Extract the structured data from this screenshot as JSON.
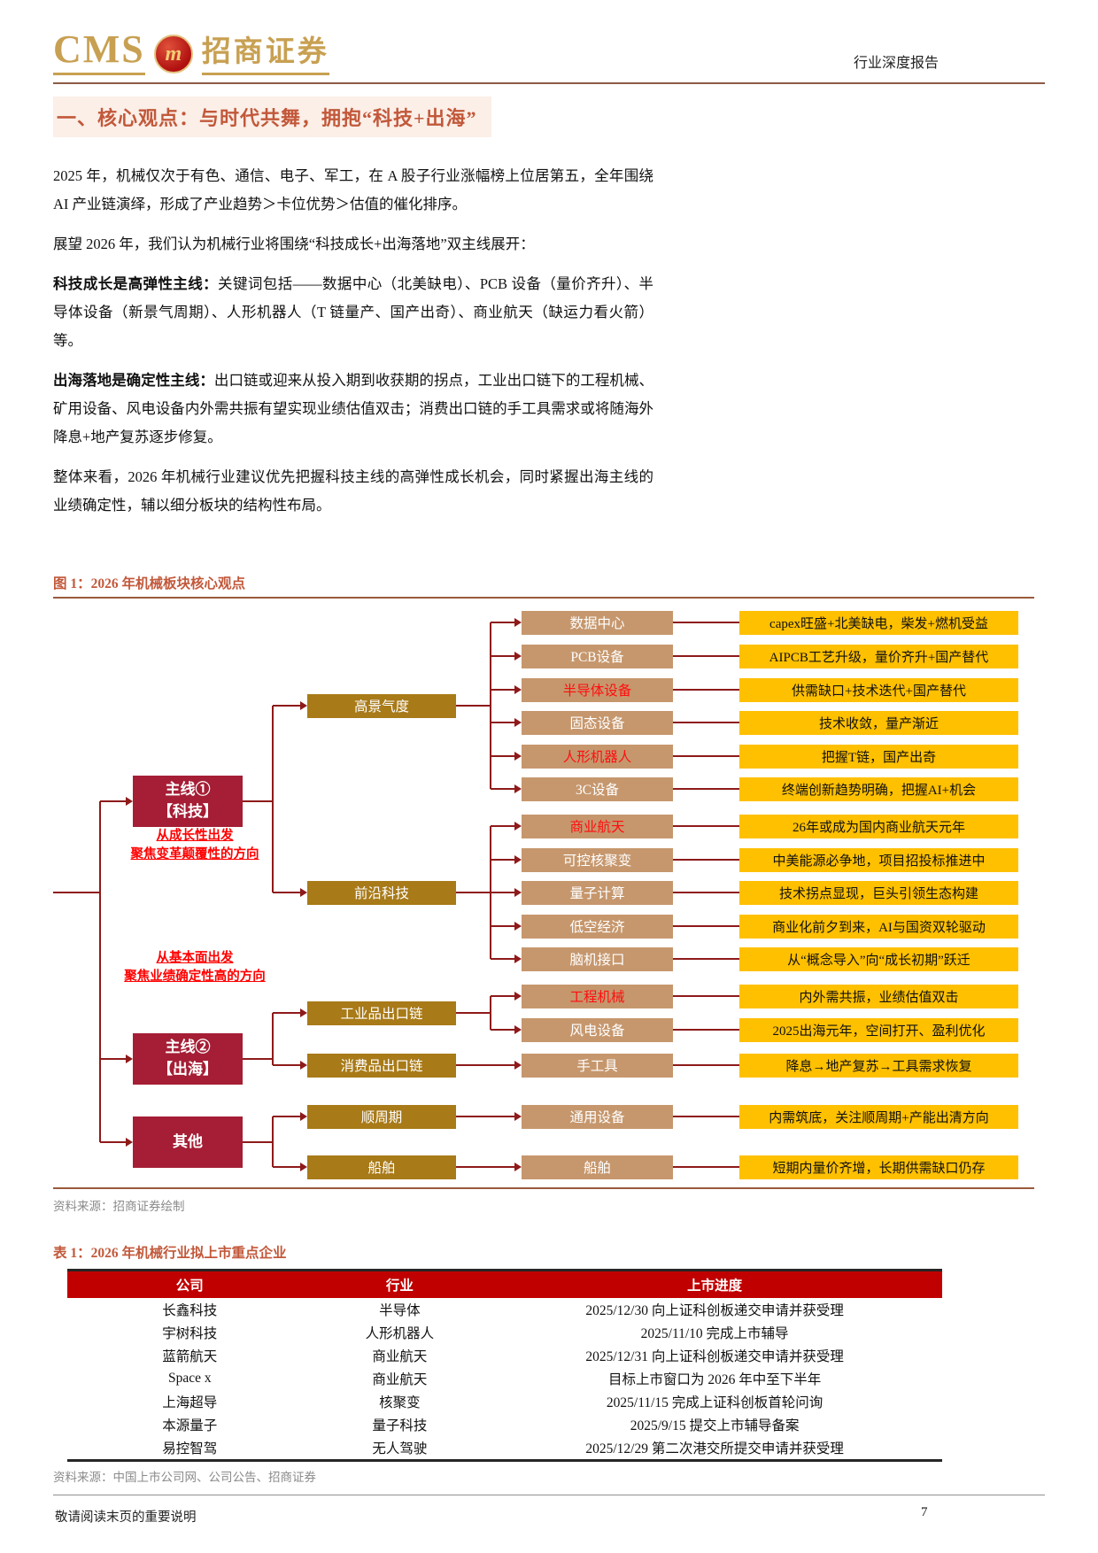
{
  "header": {
    "brand_cms": "CMS",
    "logo_letter": "m",
    "brand_name": "招商证券",
    "report_type": "行业深度报告"
  },
  "section_title": "一、核心观点：与时代共舞，拥抱“科技+出海”",
  "paragraphs": [
    {
      "segments": [
        {
          "bold": false,
          "text": "2025 年，机械仅次于有色、通信、电子、军工，在 A 股子行业涨幅榜上位居第五，全年围绕 AI 产业链演绎，形成了产业趋势＞卡位优势＞估值的催化排序。"
        }
      ]
    },
    {
      "segments": [
        {
          "bold": false,
          "text": "展望 2026 年，我们认为机械行业将围绕“科技成长+出海落地”双主线展开："
        }
      ]
    },
    {
      "segments": [
        {
          "bold": true,
          "text": "科技成长是高弹性主线："
        },
        {
          "bold": false,
          "text": "关键词包括——数据中心（北美缺电）、PCB 设备（量价齐升）、半导体设备（新景气周期）、人形机器人（T 链量产、国产出奇）、商业航天（缺运力看火箭）等。"
        }
      ]
    },
    {
      "segments": [
        {
          "bold": true,
          "text": "出海落地是确定性主线："
        },
        {
          "bold": false,
          "text": "出口链或迎来从投入期到收获期的拐点，工业出口链下的工程机械、矿用设备、风电设备内外需共振有望实现业绩估值双击；消费出口链的手工具需求或将随海外降息+地产复苏逐步修复。"
        }
      ]
    },
    {
      "segments": [
        {
          "bold": false,
          "text": "整体来看，2026 年机械行业建议优先把握科技主线的高弹性成长机会，同时紧握出海主线的业绩确定性，辅以细分板块的结构性布局。"
        }
      ]
    }
  ],
  "figure": {
    "title": "图 1：2026 年机械板块核心观点",
    "source": "资料来源：招商证券绘制",
    "mains": [
      {
        "lines": [
          "主线①",
          "【科技】"
        ]
      },
      {
        "lines": [
          "主线②",
          "【出海】"
        ]
      },
      {
        "lines": [
          "其他"
        ]
      }
    ],
    "annotations": [
      {
        "lines": [
          "从成长性出发",
          "聚焦变革颠覆性的方向"
        ]
      },
      {
        "lines": [
          "从基本面出发",
          "聚焦业绩确定性高的方向"
        ]
      }
    ],
    "groups": [
      {
        "label": "高景气度",
        "main": 0,
        "from": 0,
        "to": 5
      },
      {
        "label": "前沿科技",
        "main": 0,
        "from": 6,
        "to": 10
      },
      {
        "label": "工业品出口链",
        "main": 1,
        "from": 11,
        "to": 12
      },
      {
        "label": "消费品出口链",
        "main": 1,
        "from": 13,
        "to": 13
      },
      {
        "label": "顺周期",
        "main": 2,
        "from": 14,
        "to": 14
      },
      {
        "label": "船舶",
        "main": 2,
        "from": 15,
        "to": 15
      }
    ],
    "rows": [
      {
        "category": "数据中心",
        "red": false,
        "desc": "capex旺盛+北美缺电，柴发+燃机受益"
      },
      {
        "category": "PCB设备",
        "red": false,
        "desc": "AIPCB工艺升级，量价齐升+国产替代"
      },
      {
        "category": "半导体设备",
        "red": true,
        "desc": "供需缺口+技术迭代+国产替代"
      },
      {
        "category": "固态设备",
        "red": false,
        "desc": "技术收敛，量产渐近"
      },
      {
        "category": "人形机器人",
        "red": true,
        "desc": "把握T链，国产出奇"
      },
      {
        "category": "3C设备",
        "red": false,
        "desc": "终端创新趋势明确，把握AI+机会"
      },
      {
        "category": "商业航天",
        "red": true,
        "desc": "26年或成为国内商业航天元年"
      },
      {
        "category": "可控核聚变",
        "red": false,
        "desc": "中美能源必争地，项目招投标推进中"
      },
      {
        "category": "量子计算",
        "red": false,
        "desc": "技术拐点显现，巨头引领生态构建"
      },
      {
        "category": "低空经济",
        "red": false,
        "desc": "商业化前夕到来，AI与国资双轮驱动"
      },
      {
        "category": "脑机接口",
        "red": false,
        "desc": "从“概念导入”向“成长初期”跃迁"
      },
      {
        "category": "工程机械",
        "red": true,
        "desc": "内外需共振，业绩估值双击"
      },
      {
        "category": "风电设备",
        "red": false,
        "desc": "2025出海元年，空间打开、盈利优化"
      },
      {
        "category": "手工具",
        "red": false,
        "desc": "降息→地产复苏→工具需求恢复"
      },
      {
        "category": "通用设备",
        "red": false,
        "desc": "内需筑底，关注顺周期+产能出清方向"
      },
      {
        "category": "船舶",
        "red": false,
        "desc": "短期内量价齐增，长期供需缺口仍存"
      }
    ]
  },
  "table": {
    "title": "表 1：2026 年机械行业拟上市重点企业",
    "headers": [
      "公司",
      "行业",
      "上市进度"
    ],
    "rows": [
      [
        "长鑫科技",
        "半导体",
        "2025/12/30 向上证科创板递交申请并获受理"
      ],
      [
        "宇树科技",
        "人形机器人",
        "2025/11/10 完成上市辅导"
      ],
      [
        "蓝箭航天",
        "商业航天",
        "2025/12/31 向上证科创板递交申请并获受理"
      ],
      [
        "Space x",
        "商业航天",
        "目标上市窗口为 2026 年中至下半年"
      ],
      [
        "上海超导",
        "核聚变",
        "2025/11/15 完成上证科创板首轮问询"
      ],
      [
        "本源量子",
        "量子科技",
        "2025/9/15 提交上市辅导备案"
      ],
      [
        "易控智驾",
        "无人驾驶",
        "2025/12/29 第二次港交所提交申请并获受理"
      ]
    ],
    "source": "资料来源：中国上市公司网、公司公告、招商证券"
  },
  "footer": {
    "disclaimer": "敬请阅读末页的重要说明",
    "page": "7"
  },
  "colors": {
    "brand_gold": "#C8A052",
    "title_brick": "#C2583A",
    "section_bg": "#FBEFE8",
    "main_box_red": "#A51E35",
    "group_box_gold": "#A87A18",
    "category_box_tan": "#C6976D",
    "desc_box_yellow": "#FFC000",
    "connector_maroon": "#8E1A1A",
    "highlight_red": "#FF0000",
    "table_header_red": "#C00000",
    "figure_rule_brown": "#9A5B3B",
    "source_gray": "#8a8a8a"
  }
}
